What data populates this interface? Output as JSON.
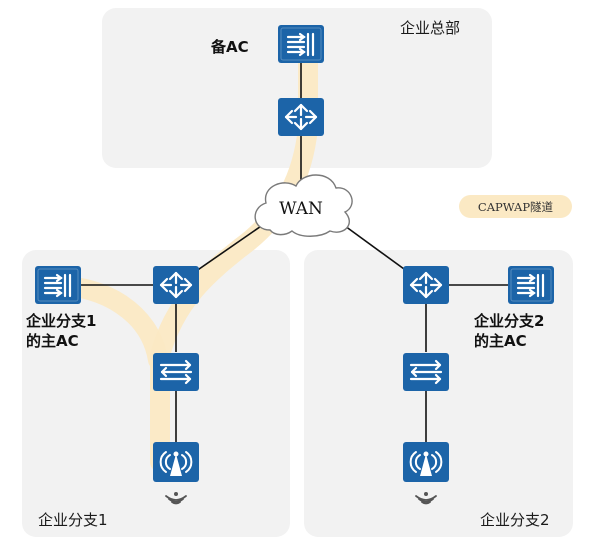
{
  "regions": {
    "hq": "企业总部",
    "branch1": "企业分支1",
    "branch2": "企业分支2"
  },
  "devices": {
    "backup_ac": "备AC",
    "branch1_main_ac": [
      "企业分支1",
      "的主AC"
    ],
    "branch2_main_ac": [
      "企业分支2",
      "的主AC"
    ]
  },
  "wan": "WAN",
  "legend": {
    "tunnel": "CAPWAP隧道"
  },
  "colors": {
    "device": "#1c64a8",
    "region_bg": "#f2f2f2",
    "tunnel": "#fbe9c4"
  },
  "icons": [
    "ac-controller-icon",
    "router-icon",
    "switch-icon",
    "ap-icon",
    "wifi-signal-icon",
    "cloud-icon"
  ]
}
